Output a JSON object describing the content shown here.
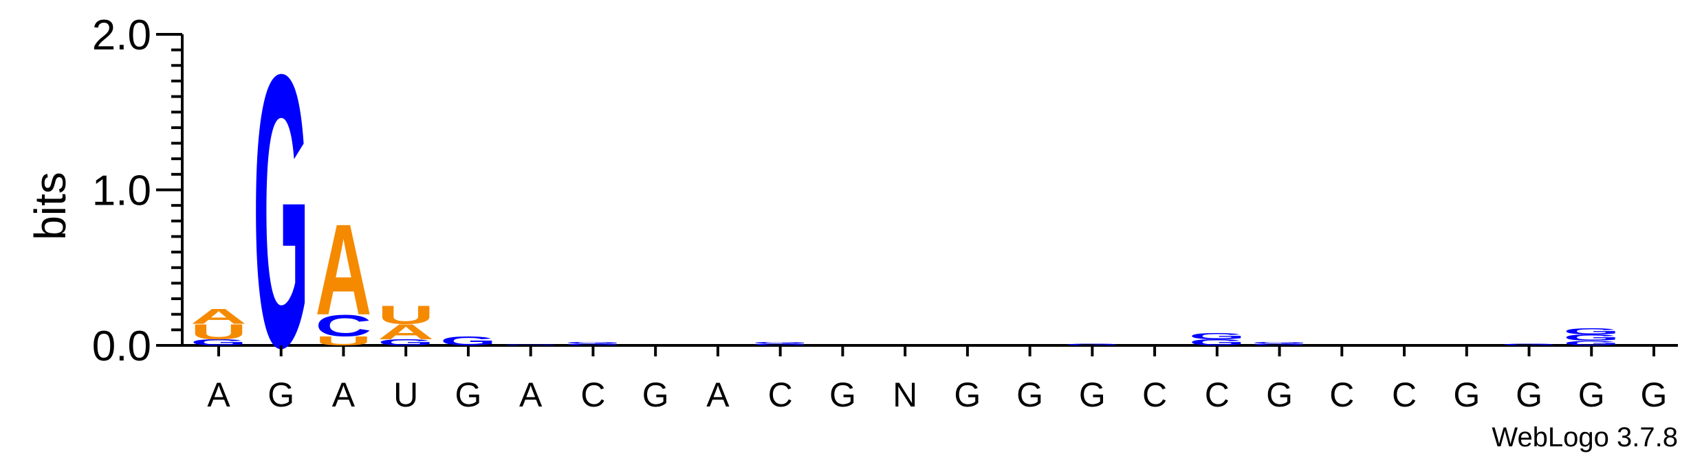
{
  "chart_data": {
    "type": "sequence_logo",
    "ylabel": "bits",
    "ylim": [
      0,
      2.0
    ],
    "yticks": [
      "0.0",
      "1.0",
      "2.0"
    ],
    "x_tick_labels": [
      "A",
      "G",
      "A",
      "U",
      "G",
      "A",
      "C",
      "G",
      "A",
      "C",
      "G",
      "N",
      "G",
      "G",
      "G",
      "C",
      "C",
      "G",
      "C",
      "C",
      "G",
      "G",
      "G",
      "G"
    ],
    "colors": {
      "A": "#f58a00",
      "U": "#f58a00",
      "C": "#0000ff",
      "G": "#0000ff"
    },
    "stacks": [
      [
        {
          "letter": "G",
          "bits": 0.04
        },
        {
          "letter": "U",
          "bits": 0.1
        },
        {
          "letter": "A",
          "bits": 0.1
        }
      ],
      [
        {
          "letter": "G",
          "bits": 1.8
        }
      ],
      [
        {
          "letter": "U",
          "bits": 0.06
        },
        {
          "letter": "C",
          "bits": 0.14
        },
        {
          "letter": "A",
          "bits": 0.6
        }
      ],
      [
        {
          "letter": "G",
          "bits": 0.04
        },
        {
          "letter": "A",
          "bits": 0.1
        },
        {
          "letter": "U",
          "bits": 0.12
        }
      ],
      [
        {
          "letter": "G",
          "bits": 0.06
        }
      ],
      [
        {
          "letter": "G",
          "bits": 0.005
        }
      ],
      [
        {
          "letter": "G",
          "bits": 0.01
        },
        {
          "letter": "G",
          "bits": 0.01
        }
      ],
      [],
      [],
      [
        {
          "letter": "G",
          "bits": 0.01
        },
        {
          "letter": "G",
          "bits": 0.01
        }
      ],
      [],
      [],
      [],
      [],
      [
        {
          "letter": "G",
          "bits": 0.01
        }
      ],
      [],
      [
        {
          "letter": "G",
          "bits": 0.04
        },
        {
          "letter": "G",
          "bits": 0.04
        }
      ],
      [
        {
          "letter": "G",
          "bits": 0.01
        },
        {
          "letter": "G",
          "bits": 0.01
        }
      ],
      [],
      [],
      [],
      [
        {
          "letter": "G",
          "bits": 0.01
        }
      ],
      [
        {
          "letter": "G",
          "bits": 0.03
        },
        {
          "letter": "G",
          "bits": 0.04
        },
        {
          "letter": "G",
          "bits": 0.04
        }
      ],
      []
    ]
  },
  "footer": {
    "version": "WebLogo 3.7.8"
  }
}
